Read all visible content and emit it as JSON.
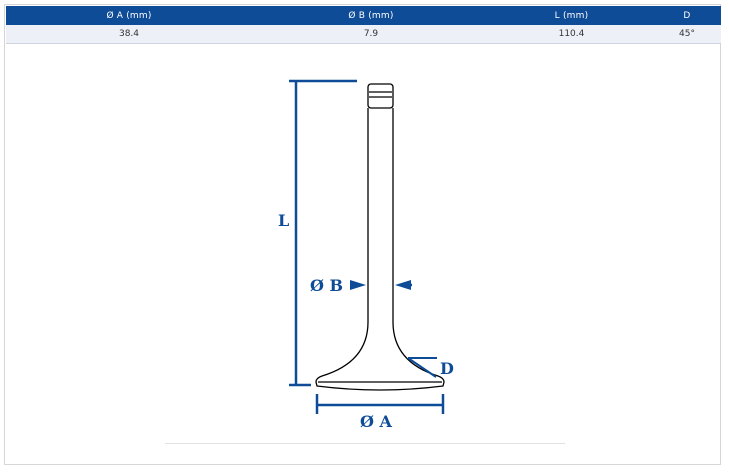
{
  "specs_table": {
    "headers": [
      "Ø A (mm)",
      "Ø B (mm)",
      "L (mm)",
      "D"
    ],
    "values": [
      "38.4",
      "7.9",
      "110.4",
      "45°"
    ]
  },
  "drawing": {
    "label_L": "L",
    "label_B": "Ø B",
    "label_A": "Ø A",
    "label_D": "D",
    "line_color": "#000000",
    "dimension_color": "#0e4c97"
  }
}
